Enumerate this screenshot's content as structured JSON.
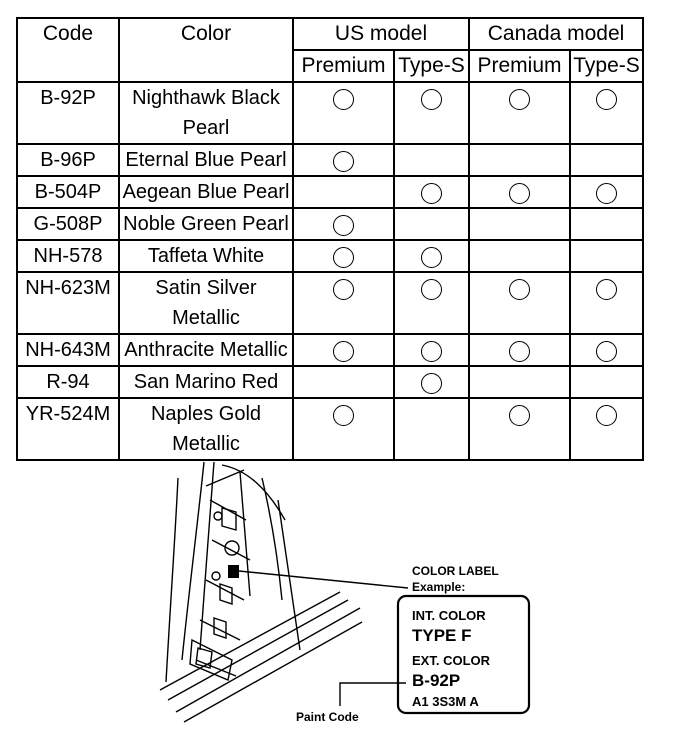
{
  "table": {
    "headers": {
      "code": "Code",
      "color": "Color",
      "us_model": "US model",
      "canada_model": "Canada model",
      "premium": "Premium",
      "type_s": "Type-S"
    },
    "rows": [
      {
        "code": "B-92P",
        "color": "Nighthawk Black Pearl",
        "us_premium": true,
        "us_type_s": true,
        "ca_premium": true,
        "ca_type_s": true
      },
      {
        "code": "B-96P",
        "color": "Eternal Blue Pearl",
        "us_premium": true,
        "us_type_s": false,
        "ca_premium": false,
        "ca_type_s": false
      },
      {
        "code": "B-504P",
        "color": "Aegean Blue Pearl",
        "us_premium": false,
        "us_type_s": true,
        "ca_premium": true,
        "ca_type_s": true
      },
      {
        "code": "G-508P",
        "color": "Noble Green Pearl",
        "us_premium": true,
        "us_type_s": false,
        "ca_premium": false,
        "ca_type_s": false
      },
      {
        "code": "NH-578",
        "color": "Taffeta White",
        "us_premium": true,
        "us_type_s": true,
        "ca_premium": false,
        "ca_type_s": false
      },
      {
        "code": "NH-623M",
        "color": "Satin Silver Metallic",
        "us_premium": true,
        "us_type_s": true,
        "ca_premium": true,
        "ca_type_s": true
      },
      {
        "code": "NH-643M",
        "color": "Anthracite Metallic",
        "us_premium": true,
        "us_type_s": true,
        "ca_premium": true,
        "ca_type_s": true
      },
      {
        "code": "R-94",
        "color": "San Marino Red",
        "us_premium": false,
        "us_type_s": true,
        "ca_premium": false,
        "ca_type_s": false
      },
      {
        "code": "YR-524M",
        "color": "Naples Gold Metallic",
        "us_premium": true,
        "us_type_s": false,
        "ca_premium": true,
        "ca_type_s": true
      }
    ],
    "mark_symbol": "circle"
  },
  "illustration": {
    "label_title": "COLOR LABEL",
    "label_subtitle": "Example:",
    "int_color_label": "INT. COLOR",
    "int_color_value": "TYPE F",
    "ext_color_label": "EXT. COLOR",
    "ext_color_value": "B-92P",
    "model_code": "A1 3S3M A",
    "paint_code_callout": "Paint Code"
  }
}
